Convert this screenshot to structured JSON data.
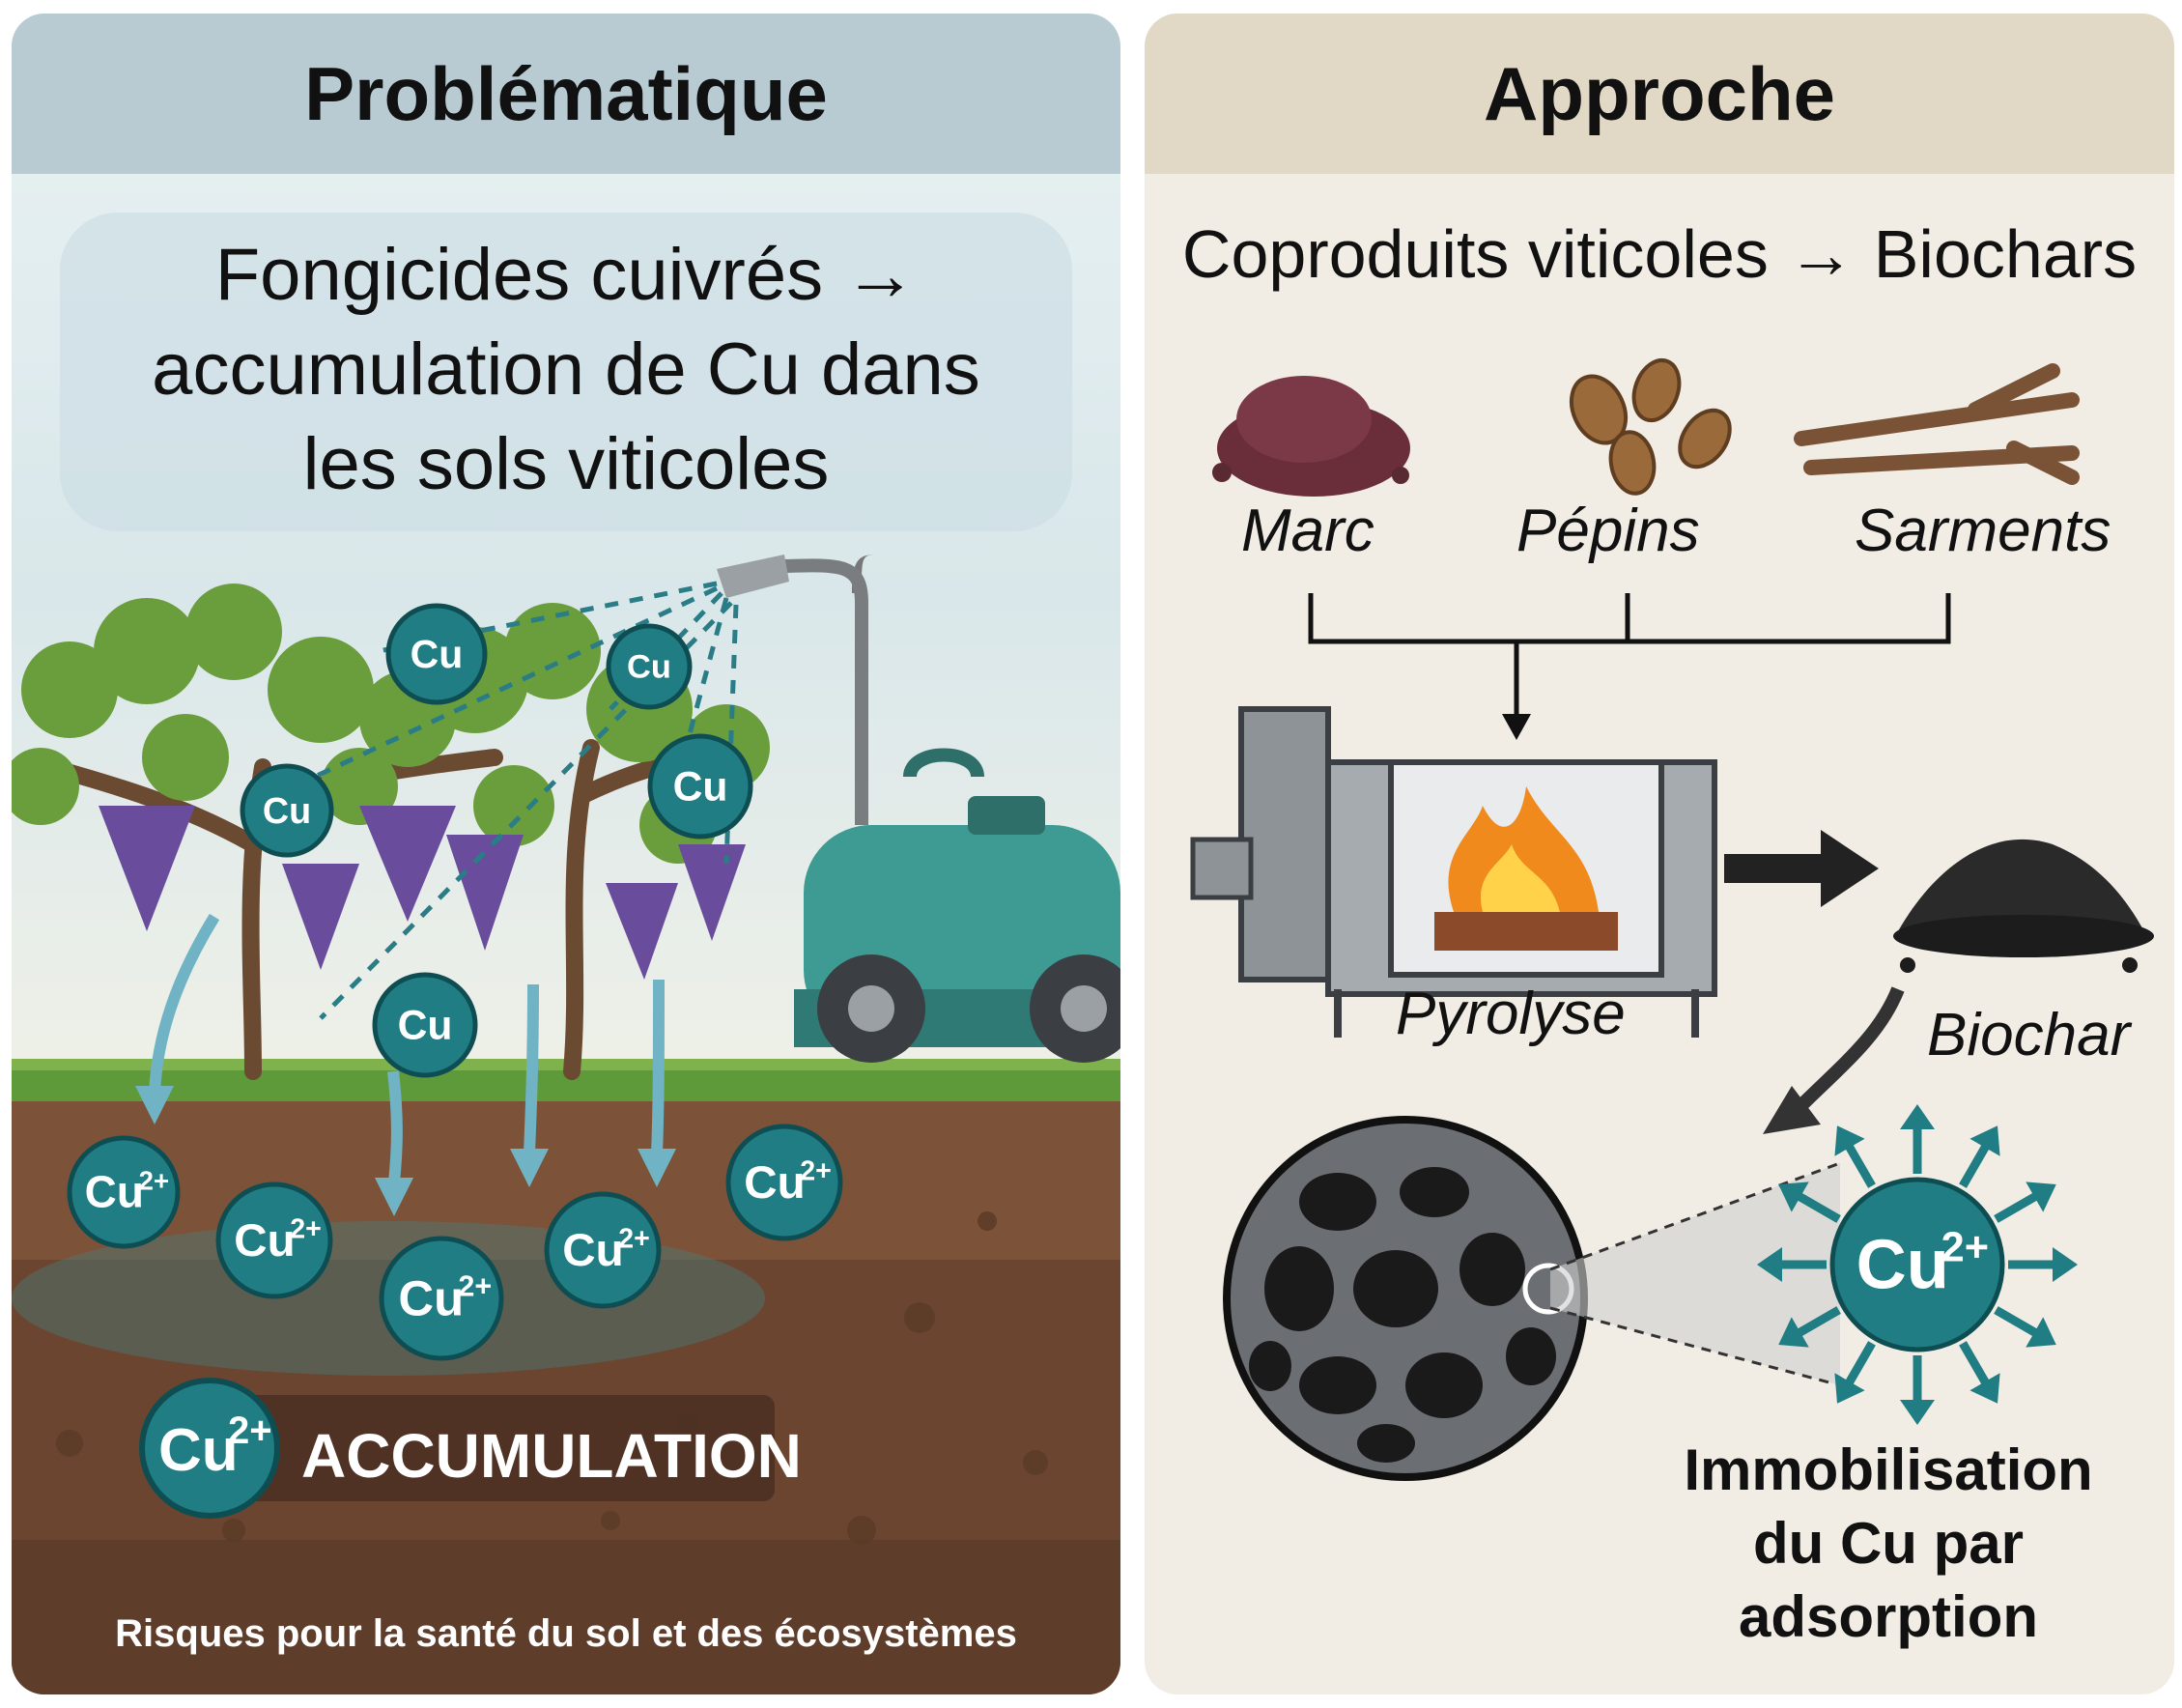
{
  "left": {
    "title": "Problématique",
    "subtitle_lines": [
      "Fongicides cuivrés →",
      "accumulation de Cu dans",
      "les sols viticoles"
    ],
    "cu_label": "Cu",
    "cu2_base": "Cu",
    "cu2_charge": "2+",
    "accumulation_label": "ACCUMULATION",
    "footer": "Risques pour la santé du sol et des écosystèmes"
  },
  "right": {
    "title": "Approche",
    "subtitle": "Coproduits viticoles → Biochars",
    "feedstocks": [
      "Marc",
      "Pépins",
      "Sarments"
    ],
    "pyrolysis_label": "Pyrolyse",
    "biochar_label": "Biochar",
    "immobilisation_lines": [
      "Immobilisation",
      "du Cu par",
      "adsorption"
    ]
  },
  "colors": {
    "ion_teal": "#1f7d83",
    "soil_brown": "#6b4530",
    "grass_green": "#5f9a3a",
    "tractor_teal": "#3e9b93",
    "grape_purple": "#6a4c9c"
  }
}
